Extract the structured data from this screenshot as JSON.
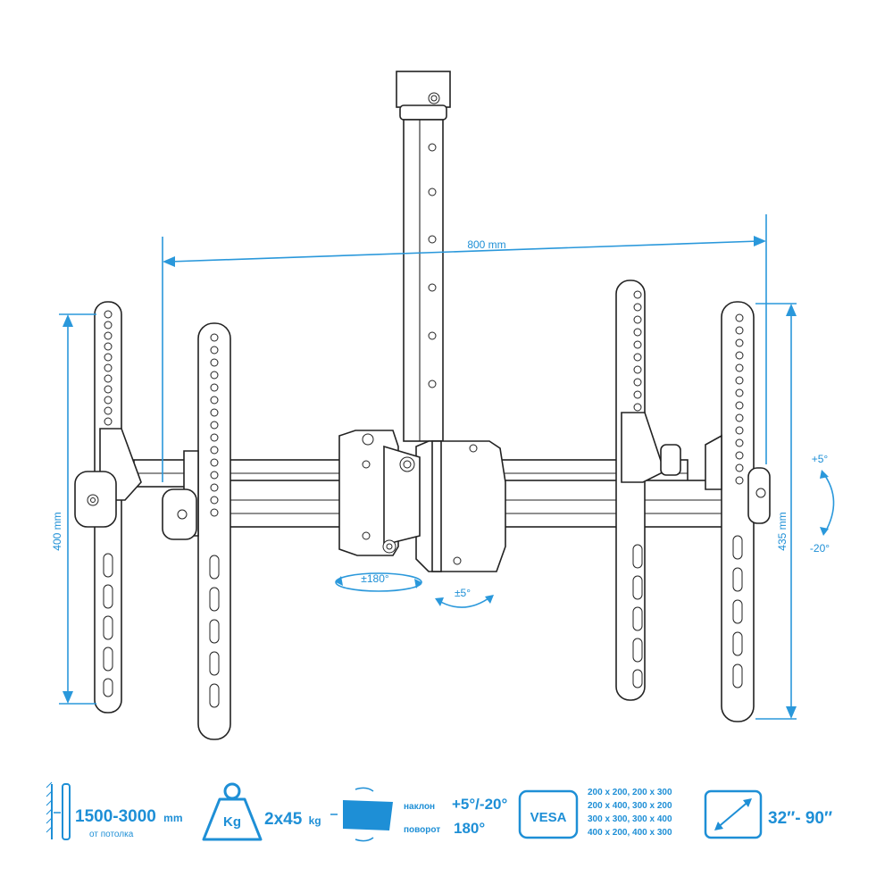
{
  "dimensions": {
    "width_label": "800 mm",
    "left_height_label": "400 mm",
    "right_height_label": "435 mm"
  },
  "rotations": {
    "swivel": "±180°",
    "tilt_center": "±5°",
    "tilt_up": "+5°",
    "tilt_down": "-20°"
  },
  "specs": {
    "height_value": "1500-3000",
    "height_unit": "mm",
    "height_note": "от потолка",
    "weight_icon_label": "Kg",
    "weight_value": "2x45",
    "weight_unit": "kg",
    "tilt_label": "наклон",
    "tilt_value": "+5°/-20°",
    "swivel_label": "поворот",
    "swivel_value": "180°",
    "vesa_label": "VESA",
    "vesa_lines": [
      "200 x 200, 200 x 300",
      "200 x 400, 300 x 200",
      "300 x 300, 300 x 400",
      "400 x 200, 400 x 300"
    ],
    "screen_size": "32″- 90″"
  },
  "colors": {
    "accent": "#1e8fd6",
    "line": "#222222"
  }
}
